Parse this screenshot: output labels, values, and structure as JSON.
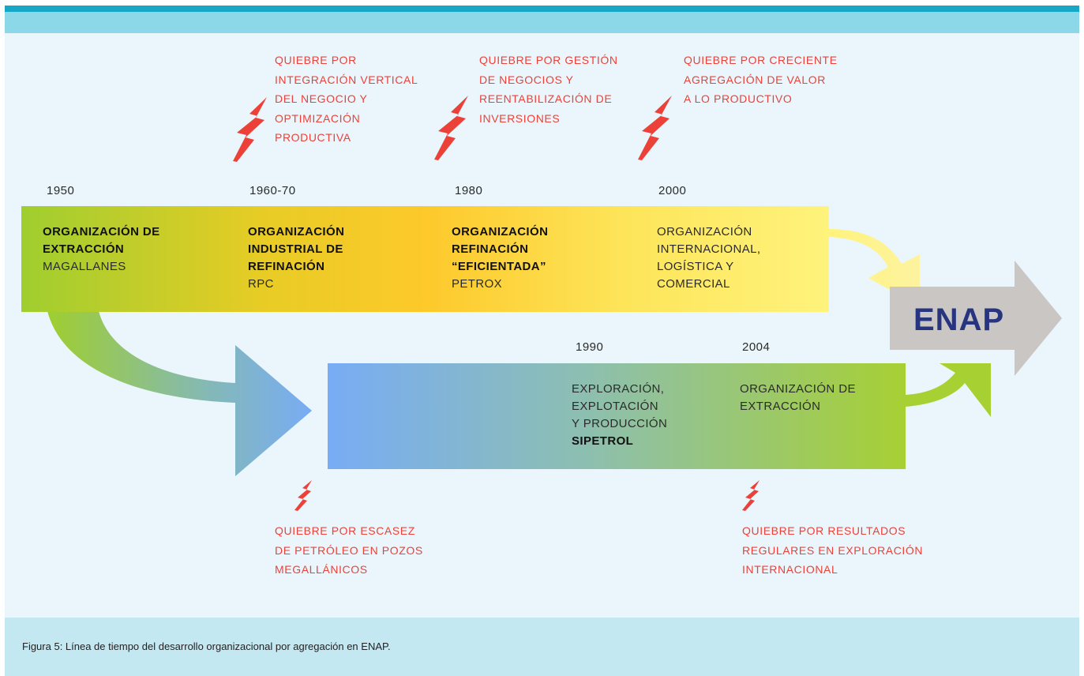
{
  "caption": "Figura 5: Línea de tiempo del desarrollo organizacional por agregación en ENAP.",
  "enap_label": "ENAP",
  "top_row": [
    {
      "year": "1950",
      "title_lines": [
        "ORGANIZACIÓN DE",
        "EXTRACCIÓN"
      ],
      "sub_lines": [
        "MAGALLANES"
      ]
    },
    {
      "year": "1960-70",
      "title_lines": [
        "ORGANIZACIÓN",
        "INDUSTRIAL DE",
        "REFINACIÓN"
      ],
      "sub_lines": [
        "RPC"
      ]
    },
    {
      "year": "1980",
      "title_lines": [
        "ORGANIZACIÓN",
        "REFINACIÓN",
        "“EFICIENTADA”"
      ],
      "sub_lines": [
        "PETROX"
      ]
    },
    {
      "year": "2000",
      "title_lines": [],
      "sub_lines": [
        "ORGANIZACIÓN",
        "INTERNACIONAL,",
        "LOGÍSTICA Y",
        "COMERCIAL"
      ]
    }
  ],
  "bottom_row": [
    {
      "year": "1990",
      "sub_lines": [
        "EXPLORACIÓN,",
        "EXPLOTACIÓN",
        "Y PRODUCCIÓN"
      ],
      "title_lines": [
        "SIPETROL"
      ]
    },
    {
      "year": "2004",
      "sub_lines": [
        "ORGANIZACIÓN DE",
        "EXTRACCIÓN"
      ],
      "title_lines": []
    }
  ],
  "breaks_top": [
    {
      "lines": [
        "QUIEBRE POR",
        "INTEGRACIÓN VERTICAL",
        "DEL NEGOCIO Y",
        "OPTIMIZACIÓN",
        "PRODUCTIVA"
      ]
    },
    {
      "lines": [
        "QUIEBRE POR GESTIÓN",
        "DE NEGOCIOS Y",
        "REENTABILIZACIÓN DE",
        "INVERSIONES"
      ]
    },
    {
      "lines": [
        "QUIEBRE POR CRECIENTE",
        "AGREGACIÓN DE VALOR",
        "A LO PRODUCTIVO"
      ]
    }
  ],
  "breaks_bottom": [
    {
      "lines": [
        "QUIEBRE POR ESCASEZ",
        "DE PETRÓLEO EN POZOS",
        "MEGALLÁNICOS"
      ]
    },
    {
      "lines": [
        "QUIEBRE POR RESULTADOS",
        "REGULARES EN EXPLORACIÓN",
        "INTERNACIONAL"
      ]
    }
  ],
  "colors": {
    "band_top": "#16a6c6",
    "band_light": "#8dd8e8",
    "background": "#eaf6fb",
    "break_red": "#ec4138",
    "enap_text": "#27347f",
    "enap_arrow": "#c9c6c4"
  }
}
